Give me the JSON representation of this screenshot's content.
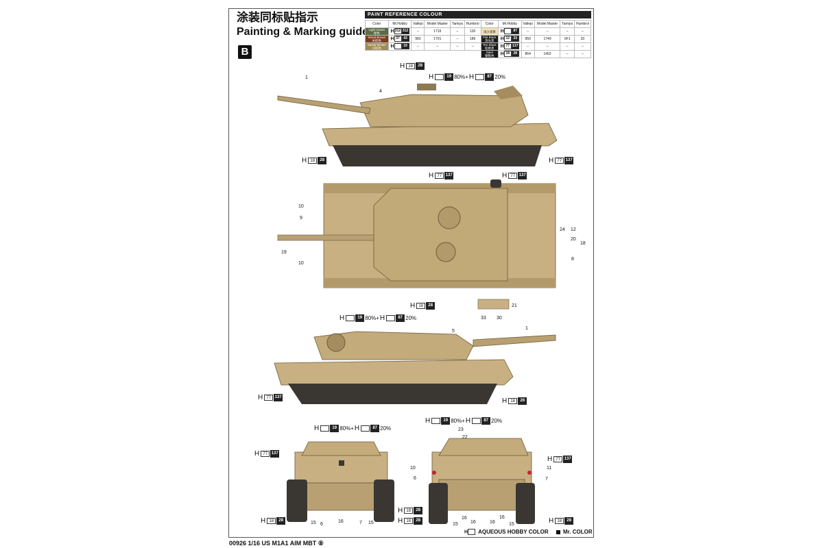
{
  "header": {
    "title_cn": "涂装同标贴指示",
    "title_en": "Painting & Marking guide",
    "section": "B"
  },
  "paint_table": {
    "title": "PAINT  REFERENCE COLOUR",
    "columns": [
      "Color",
      "Mr.Hobby",
      "Vallejo",
      "Model Master",
      "Tamiya",
      "Humbrol"
    ],
    "left": [
      {
        "name": "Light Green",
        "cn": "绿色",
        "color": "#5c6b45",
        "h": "312",
        "mr": "312",
        "vallejo": "–",
        "mm": "1716",
        "tamiya": "–",
        "humbrol": "120"
      },
      {
        "name": "Wood Brown",
        "cn": "木棕色",
        "color": "#7a3e1c",
        "h": "37",
        "mr": "43",
        "vallejo": "983",
        "mm": "1701",
        "tamiya": "–",
        "humbrol": "186"
      },
      {
        "name": "Sandy Brown",
        "cn": "沙棕色",
        "color": "#a08a5a",
        "h": "",
        "mr": "19",
        "vallejo": "–",
        "mm": "–",
        "tamiya": "–",
        "humbrol": "–"
      }
    ],
    "right": [
      {
        "name": "",
        "cn": "浅沙漠黄",
        "color": "#ede3b5",
        "h": "",
        "mr": "87",
        "vallejo": "–",
        "mm": "–",
        "tamiya": "–",
        "humbrol": "–"
      },
      {
        "name": "Flat Black",
        "cn": "消光黑",
        "color": "#1a1a1a",
        "h": "12",
        "mr": "33",
        "vallejo": "950",
        "mm": "1749",
        "tamiya": "XF1",
        "humbrol": "33"
      },
      {
        "name": "Tire Black",
        "cn": "轮胎黑",
        "color": "#1a1a1a",
        "h": "77",
        "mr": "137",
        "vallejo": "–",
        "mm": "–",
        "tamiya": "–",
        "humbrol": "–"
      },
      {
        "name": "Steel",
        "cn": "钢铁色",
        "color": "#1a1a1a",
        "h": "18",
        "mr": "28",
        "vallejo": "864",
        "mm": "1402",
        "tamiya": "–",
        "humbrol": "–"
      }
    ]
  },
  "callouts": [
    {
      "h": "18",
      "mr": "28"
    },
    {
      "h": "19",
      "mr": "",
      "pct": "80%+",
      "h2": "87",
      "pct2": "20%"
    },
    {
      "h": "18",
      "mr": "28"
    },
    {
      "h": "77",
      "mr": "137"
    },
    {
      "h": "77",
      "mr": "137"
    },
    {
      "h": "77",
      "mr": "137"
    },
    {
      "h": "18",
      "mr": "28"
    },
    {
      "h": "19",
      "mr": "",
      "pct": "80%+",
      "h2": "87",
      "pct2": "20%"
    },
    {
      "h": "77",
      "mr": "137"
    },
    {
      "h": "18",
      "mr": "28"
    },
    {
      "h": "19",
      "mr": "",
      "pct": "80%+",
      "h2": "87",
      "pct2": "20%"
    },
    {
      "h": "77",
      "mr": "137"
    },
    {
      "h": "18",
      "mr": "28"
    },
    {
      "h": "18",
      "mr": "28"
    },
    {
      "h": "19",
      "mr": "",
      "pct": "80%+",
      "h2": "87",
      "pct2": "20%"
    },
    {
      "h": "77",
      "mr": "137"
    },
    {
      "h": "18",
      "mr": "28"
    },
    {
      "h": "18",
      "mr": "28"
    }
  ],
  "part_numbers": [
    "1",
    "4",
    "10",
    "9",
    "19",
    "10",
    "24",
    "12",
    "20",
    "18",
    "8",
    "21",
    "33",
    "30",
    "1",
    "5",
    "15",
    "6",
    "16",
    "7",
    "15",
    "23",
    "22",
    "10",
    "6",
    "11",
    "7",
    "15",
    "16",
    "16",
    "16",
    "16",
    "15"
  ],
  "legend": {
    "aqueous": "AQUEOUS HOBBY COLOR",
    "mr_color": "Mr. COLOR",
    "h": "H"
  },
  "footer": "00926 1/16  US M1A1 AIM MBT ⑧",
  "colors": {
    "tan": "#c8b082",
    "tan_dark": "#a58d5f",
    "track": "#3a3733"
  }
}
